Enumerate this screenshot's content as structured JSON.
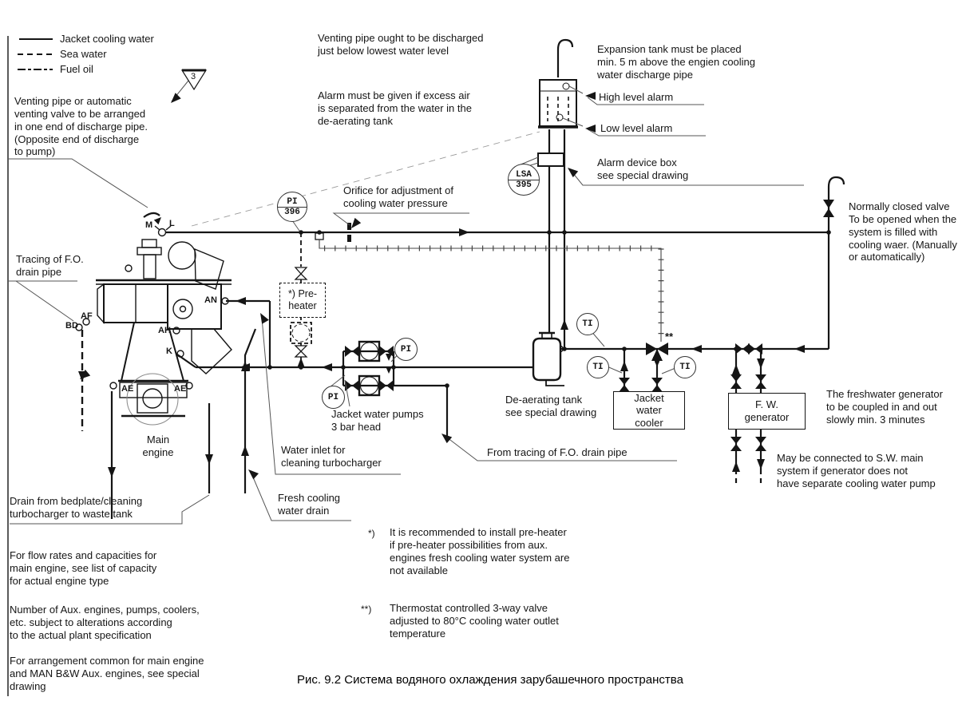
{
  "colors": {
    "ink": "#151515",
    "leader": "#555555",
    "bg": "#ffffff"
  },
  "legend": {
    "jacket": "Jacket cooling water",
    "sea": "Sea water",
    "fuel": "Fuel oil"
  },
  "annotations": {
    "venting_arrange": "Venting pipe or automatic\nventing valve to be arranged\nin one end of discharge pipe.\n(Opposite end of discharge\nto pump)",
    "tracing_fo": "Tracing of F.O.\ndrain pipe",
    "venting_discharge": "Venting pipe ought to be discharged\njust below lowest water level",
    "alarm_excess_air": "Alarm must be given if excess air\nis separated from the water in the\nde-aerating tank",
    "expansion_note": "Expansion tank must be placed\nmin. 5 m above the engien cooling\nwater discharge pipe",
    "high_level": "High level alarm",
    "low_level": "Low level alarm",
    "alarm_device": "Alarm device box\nsee special drawing",
    "normally_closed": "Normally closed valve\nTo be opened when the\nsystem is filled with\ncooling waer. (Manually\nor automatically)",
    "orifice_note": "Orifice for adjustment of\ncooling water pressure",
    "preheater": "*) Pre-\nheater",
    "deaerating_note": "De-aerating tank\nsee special drawing",
    "jacket_cooler": "Jacket\nwater\ncooler",
    "fw_generator": "F. W.\ngenerator",
    "freshwater_note": "The freshwater generator\nto be coupled in and out\nslowly min. 3 minutes",
    "sw_main_note": "May be connected to S.W. main\nsystem if generator does not\nhave separate cooling water pump",
    "jacket_pumps": "Jacket water pumps\n3 bar head",
    "water_inlet": "Water inlet for\ncleaning turbocharger",
    "from_tracing": "From tracing of F.O. drain pipe",
    "fresh_drain": "Fresh cooling\nwater drain",
    "main_engine": "Main\nengine",
    "drain_bedplate": "Drain from bedplate/cleaning\nturbocharger to waste tank",
    "flow_rates": "For flow rates and capacities for\nmain engine, see list of capacity\nfor actual engine type",
    "aux_number": "Number of Aux. engines, pumps, coolers,\netc. subject to alterations according\nto the actual plant specification",
    "arrangement": "For arrangement common for main engine\nand MAN B&W Aux. engines, see special\ndrawing",
    "footnote1_marker": "*)",
    "footnote1": "It is recommended to install pre-heater\nif pre-heater possibilities from aux.\nengines fresh cooling water system are\nnot available",
    "footnote2_marker": "**)",
    "footnote2": "Thermostat controlled 3-way valve\nadjusted to 80°C cooling water outlet\ntemperature",
    "three_way_marker": "**"
  },
  "instruments": {
    "pi396_top": "PI",
    "pi396_bottom": "396",
    "lsa395_top": "LSA",
    "lsa395_bottom": "395",
    "pi": "PI",
    "ti": "TI",
    "triangle3": "3"
  },
  "ports": {
    "m": "M",
    "l": "L",
    "an": "AN",
    "ah": "AH",
    "k": "K",
    "af": "AF",
    "bd": "BD",
    "ae1": "AE",
    "ae2": "AE"
  },
  "caption": "Рис. 9.2 Система водяного охлаждения зарубашечного пространства"
}
